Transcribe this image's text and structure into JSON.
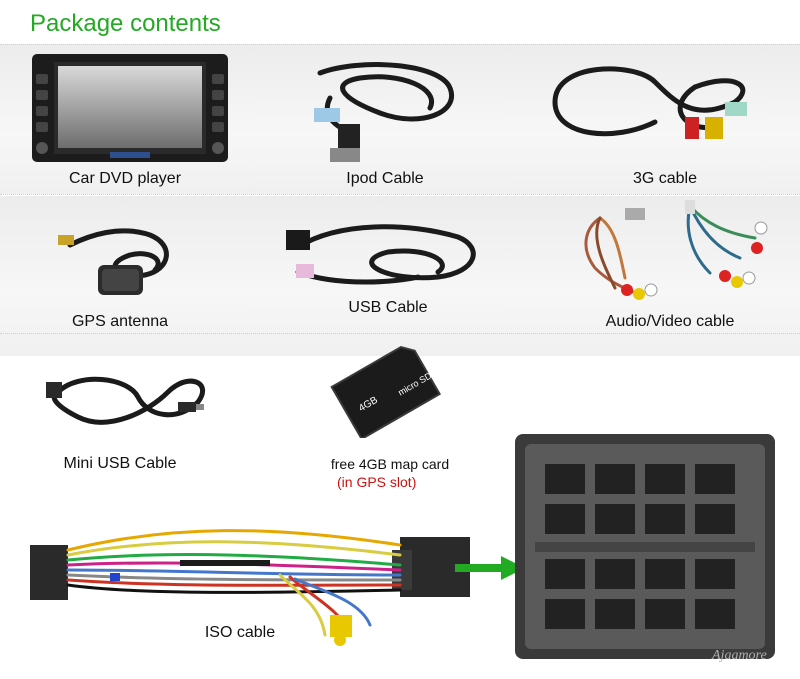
{
  "header": {
    "title": "Package contents"
  },
  "items": [
    {
      "label": "Car DVD player",
      "icon": "car-dvd-player-icon"
    },
    {
      "label": "Ipod Cable",
      "icon": "ipod-cable-icon"
    },
    {
      "label": "3G cable",
      "icon": "3g-cable-icon"
    },
    {
      "label": "GPS antenna",
      "icon": "gps-antenna-icon"
    },
    {
      "label": "USB Cable",
      "icon": "usb-cable-icon"
    },
    {
      "label": "Audio/Video cable",
      "icon": "audio-video-cable-icon"
    },
    {
      "label": "Mini USB Cable",
      "icon": "mini-usb-cable-icon"
    },
    {
      "label": "free 4GB map card",
      "note": "(in GPS slot)",
      "icon": "sd-card-icon"
    },
    {
      "label": "ISO cable",
      "icon": "iso-cable-icon"
    }
  ],
  "card": {
    "capacity": "4GB",
    "brand": "micro SD HC"
  },
  "watermark": "Ajaamore",
  "colors": {
    "title": "#22aa22",
    "note": "#cc1111",
    "arrow": "#22aa22"
  }
}
